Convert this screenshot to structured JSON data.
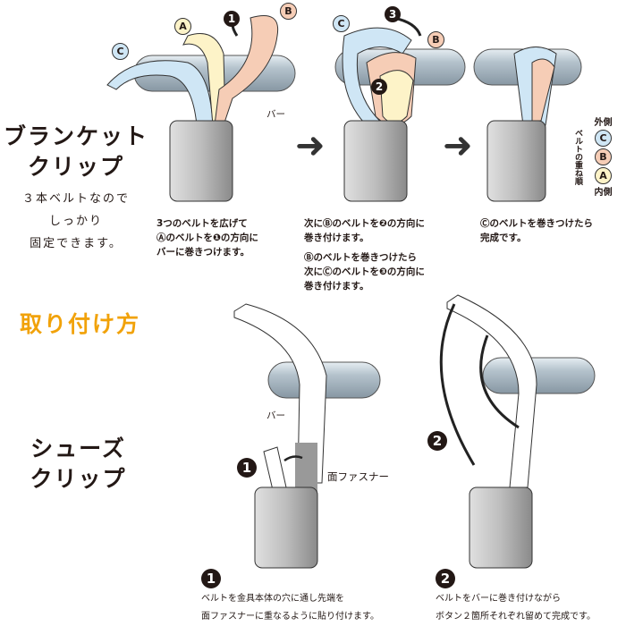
{
  "blanket": {
    "title_line1": "ブランケット",
    "title_line2": "クリップ",
    "sub_line1": "３本ベルトなので",
    "sub_line2": "しっかり",
    "sub_line3": "固定できます。",
    "labels": {
      "a": "A",
      "b": "B",
      "c": "C",
      "n1": "1",
      "n2": "2",
      "n3": "3",
      "bar": "バー"
    },
    "order": {
      "outer": "外側",
      "inner": "内側",
      "caption": "ベルトの重ね順"
    },
    "steps": [
      {
        "lines": [
          "3つのベルトを広げて",
          "Ⓐのベルトを❶の方向に",
          "バーに巻きつけます。"
        ]
      },
      {
        "lines": [
          "次にⒷのベルトを❷の方向に",
          "巻き付けます。"
        ],
        "lines2": [
          "Ⓑのベルトを巻きつけたら",
          "次にⒸのベルトを❸の方向に",
          "巻き付けます。"
        ]
      },
      {
        "lines": [
          "Ⓒのベルトを巻きつけたら",
          "完成です。"
        ]
      }
    ],
    "colors": {
      "a": "#fdf3c8",
      "b": "#f6cdb6",
      "c": "#cfe6f5"
    }
  },
  "howto": {
    "title": "取り付け方"
  },
  "shoes": {
    "title_line1": "シューズ",
    "title_line2": "クリップ",
    "labels": {
      "bar": "バー",
      "velcro": "面ファスナー",
      "n1": "1",
      "n2": "2"
    },
    "steps": [
      {
        "num": "1",
        "lines": [
          "ベルトを金具本体の穴に通し先端を",
          "面ファスナーに重なるように貼り付けます。"
        ]
      },
      {
        "num": "2",
        "lines": [
          "ベルトをバーに巻き付けながら",
          "ボタン２箇所それぞれ留めて完成です。"
        ]
      }
    ]
  },
  "accent_color": "#f1a20a"
}
